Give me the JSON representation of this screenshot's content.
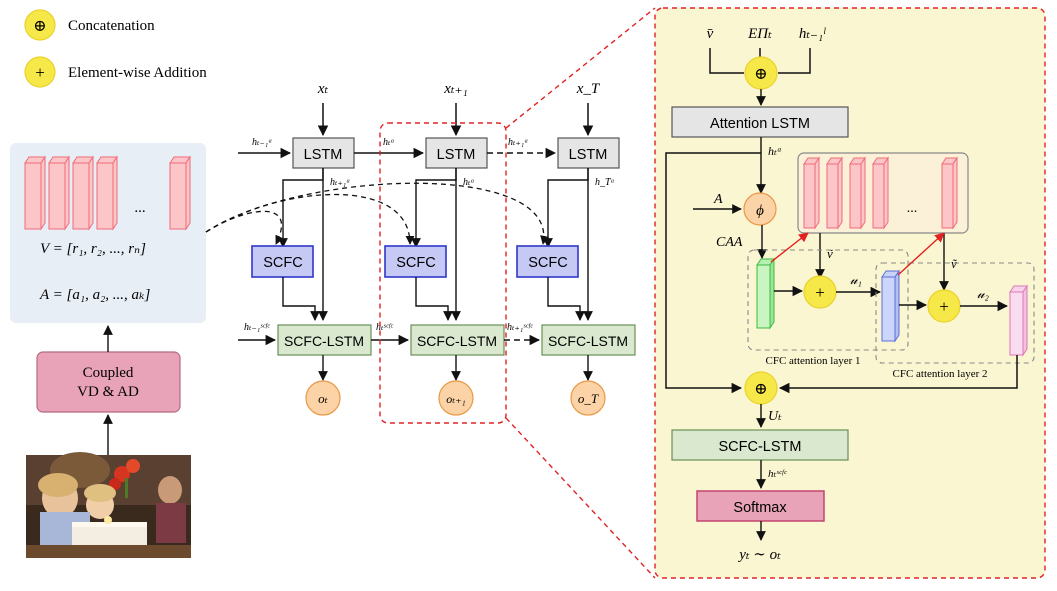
{
  "legend": {
    "concat_symbol": "⊕",
    "concat_label": "Concatenation",
    "add_symbol": "+",
    "add_label": "Element-wise Addition"
  },
  "feature_panel": {
    "ellipsis": "...",
    "v_eq": "V = [r₁, r₂, ..., rₙ]",
    "a_eq": "A = [a₁, a₂, ..., aₖ]"
  },
  "coupled_box": {
    "line1": "Coupled",
    "line2": "VD & AD"
  },
  "timesteps": [
    {
      "input": "xₜ",
      "lstm": "LSTM",
      "scfc": "SCFC",
      "scfc_lstm": "SCFC-LSTM",
      "output": "oₜ",
      "h_label": "hₜ₊₁ᵃ"
    },
    {
      "input": "xₜ₊₁",
      "lstm": "LSTM",
      "scfc": "SCFC",
      "scfc_lstm": "SCFC-LSTM",
      "output": "oₜ₊₁",
      "h_label": "hₜᵃ"
    },
    {
      "input": "x_T",
      "lstm": "LSTM",
      "scfc": "SCFC",
      "scfc_lstm": "SCFC-LSTM",
      "output": "o_T",
      "h_label": "h_Tᵃ"
    }
  ],
  "edge_labels": {
    "h_prev_a": "hₜ₋₁ᵃ",
    "h_t_a": "hₜᵃ",
    "h_next_a": "hₜ₊₁ᵃ",
    "h_prev_scfc": "hₜ₋₁ˢᶜᶠᶜ",
    "h_t_scfc": "hₜˢᶜᶠᶜ",
    "h_next_scfc": "hₜ₊₁ˢᶜᶠᶜ"
  },
  "detail": {
    "in_v": "v̄",
    "in_e": "EΠₜ",
    "in_h": "hₜ₋₁ˡ",
    "concat_symbol": "⊕",
    "att_lstm": "Attention LSTM",
    "h_t_a": "hₜᵃ",
    "a_label": "A",
    "phi": "ϕ",
    "caa": "CAA",
    "ellipsis": "...",
    "v_tilde_1": "ṽ",
    "v_tilde_2": "ṽ",
    "u1": "𝓊₁",
    "u2": "𝓊₂",
    "add_symbol": "+",
    "layer1": "CFC attention layer 1",
    "layer2": "CFC attention layer 2",
    "u_t": "Uₜ",
    "scfc_lstm": "SCFC-LSTM",
    "h_t_scfc": "hₜˢᶜᶠᶜ",
    "softmax": "Softmax",
    "output": "yₜ ∼ oₜ"
  },
  "colors": {
    "yellow_node": "#f7e84a",
    "orange_node": "#fbd3a6",
    "gray_box": "#e5e5e5",
    "blue_box": "#c7c9f5",
    "green_box": "#d9e8cf",
    "pink_box": "#e9a3b8",
    "panel_blue": "#e8eef6",
    "panel_yellow": "#fbf6d2",
    "red_dash": "#e22222"
  }
}
